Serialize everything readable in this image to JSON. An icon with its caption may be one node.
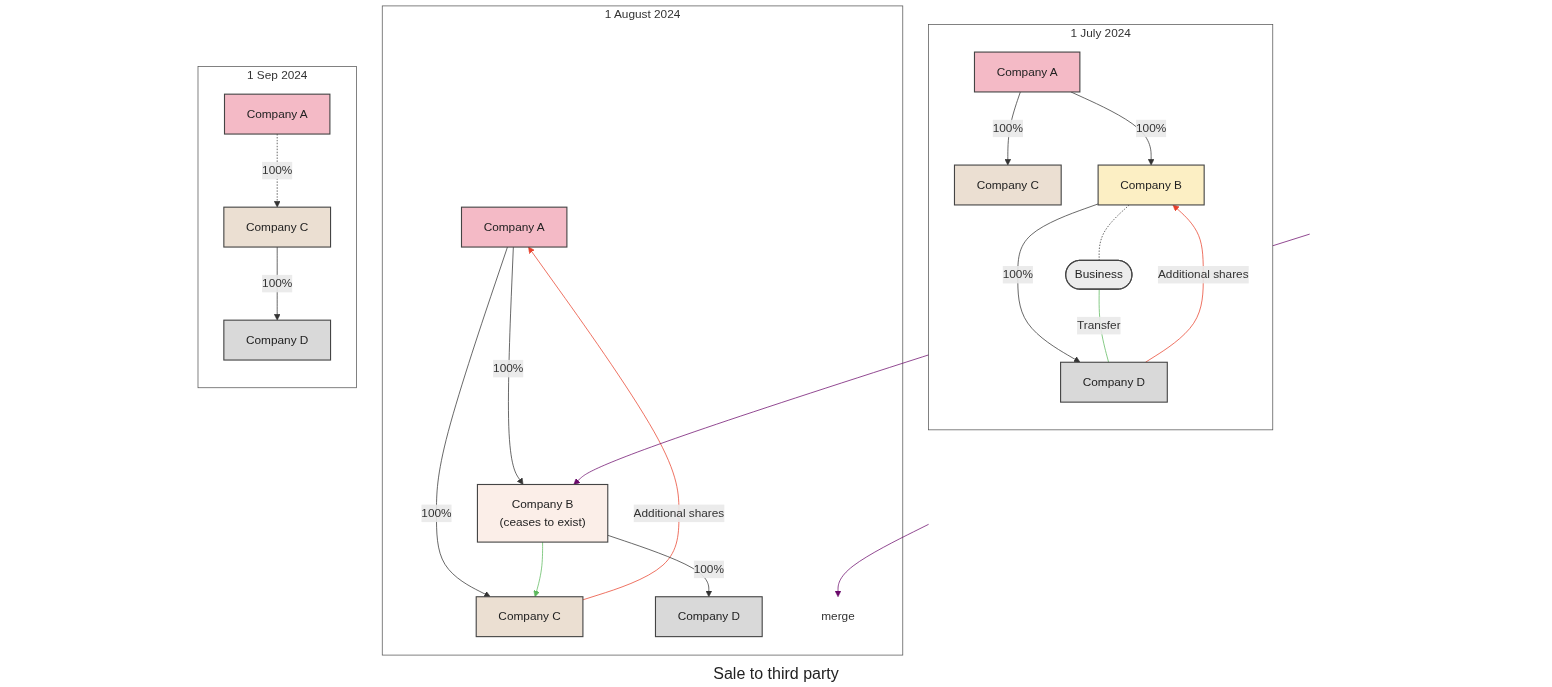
{
  "diagram": {
    "nodes": [
      {
        "text": [
          "1 July 2024"
        ]
      },
      {
        "text": [
          "Company A"
        ],
        "in": 0
      },
      {
        "text": [
          "Company C"
        ],
        "in": 0
      },
      {
        "text": [
          "Company B"
        ],
        "in": 0
      },
      {
        "text": [
          "Company D"
        ],
        "in": 0
      },
      {
        "text": [
          "Business"
        ],
        "in": 0
      },
      {
        "text": [
          "1 August 2024"
        ]
      },
      {
        "text": [
          "Company A"
        ],
        "in": 6
      },
      {
        "text": [
          "Company C"
        ],
        "in": 6
      },
      {
        "text": [
          "Company B",
          "(ceases to exist)"
        ],
        "in": 6
      },
      {
        "text": [
          "Company D"
        ],
        "in": 6
      },
      {
        "text": [
          "merge"
        ],
        "in": 6
      },
      {
        "text": [
          "1 Sep 2024"
        ]
      },
      {
        "text": [
          "Company A"
        ],
        "in": 12
      },
      {
        "text": [
          "Company C"
        ],
        "in": 12
      },
      {
        "text": [
          "Company D"
        ],
        "in": 12
      }
    ],
    "edges": [
      {
        "from": 1,
        "to": 2,
        "arrow": "to",
        "label": "100%"
      },
      {
        "from": 1,
        "to": 3,
        "arrow": "to",
        "label": "100%"
      },
      {
        "from": 3,
        "to": 4,
        "arrow": "to",
        "label": "100%"
      },
      {
        "from": 4,
        "to": 3,
        "arrow": "to",
        "label": "Additional shares",
        "color": "#e8412c"
      },
      {
        "from": 3,
        "to": 5,
        "arrow": "none",
        "style": "dashed"
      },
      {
        "from": 5,
        "to": 4,
        "arrow": "none",
        "label": "Transfer",
        "color": "#5cb85c"
      },
      {
        "from": 8,
        "to": 7,
        "arrow": "to",
        "label": "Additional shares",
        "color": "#e8412c"
      },
      {
        "from": 7,
        "to": 8,
        "arrow": "to",
        "label": "100%"
      },
      {
        "from": 7,
        "to": 9,
        "arrow": "to",
        "label": "100%"
      },
      {
        "from": 9,
        "to": 8,
        "arrow": "to",
        "color": "#5cb85c"
      },
      {
        "from": 9,
        "to": 10,
        "arrow": "to",
        "label": "100%"
      },
      {
        "from": null,
        "to": 11,
        "arrow": "to",
        "color": "#6b0a6b"
      },
      {
        "from": null,
        "to": 9,
        "arrow": "to",
        "color": "#6b0a6b"
      },
      {
        "from": 13,
        "to": 14,
        "arrow": "to",
        "label": "100%",
        "style": "dashed"
      },
      {
        "from": 14,
        "to": 15,
        "arrow": "to",
        "label": "100%"
      }
    ],
    "labels": [
      "Sale to third party"
    ]
  }
}
